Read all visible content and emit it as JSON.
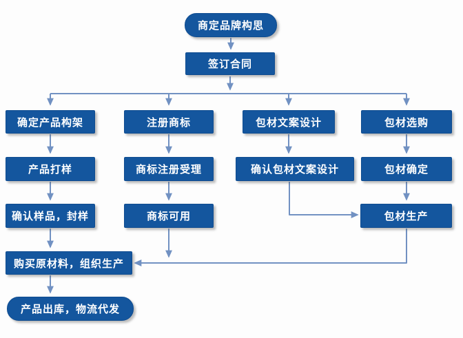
{
  "diagram": {
    "type": "flowchart",
    "nodes": {
      "brand_concept": {
        "label": "商定品牌构思",
        "shape": "rounded"
      },
      "sign_contract": {
        "label": "签订合同",
        "shape": "rect"
      },
      "define_product_framework": {
        "label": "确定产品构架",
        "shape": "rect"
      },
      "product_sampling": {
        "label": "产品打样",
        "shape": "rect"
      },
      "confirm_sample_seal": {
        "label": "确认样品，封样",
        "shape": "rect"
      },
      "purchase_materials_production": {
        "label": "购买原材料，组织生产",
        "shape": "rect"
      },
      "product_outbound_logistics": {
        "label": "产品出库，物流代发",
        "shape": "rounded"
      },
      "register_trademark": {
        "label": "注册商标",
        "shape": "rect"
      },
      "trademark_registration_acceptance": {
        "label": "商标注册受理",
        "shape": "rect"
      },
      "trademark_available": {
        "label": "商标可用",
        "shape": "rect"
      },
      "packaging_copy_design": {
        "label": "包材文案设计",
        "shape": "rect"
      },
      "confirm_packaging_copy_design": {
        "label": "确认包材文案设计",
        "shape": "rect"
      },
      "packaging_selection": {
        "label": "包材选购",
        "shape": "rect"
      },
      "packaging_confirmed": {
        "label": "包材确定",
        "shape": "rect"
      },
      "packaging_production": {
        "label": "包材生产",
        "shape": "rect"
      }
    },
    "edges": [
      {
        "from": "brand_concept",
        "to": "sign_contract"
      },
      {
        "from": "sign_contract",
        "to": "define_product_framework"
      },
      {
        "from": "sign_contract",
        "to": "register_trademark"
      },
      {
        "from": "sign_contract",
        "to": "packaging_copy_design"
      },
      {
        "from": "sign_contract",
        "to": "packaging_selection"
      },
      {
        "from": "define_product_framework",
        "to": "product_sampling"
      },
      {
        "from": "product_sampling",
        "to": "confirm_sample_seal"
      },
      {
        "from": "confirm_sample_seal",
        "to": "purchase_materials_production"
      },
      {
        "from": "purchase_materials_production",
        "to": "product_outbound_logistics"
      },
      {
        "from": "register_trademark",
        "to": "trademark_registration_acceptance"
      },
      {
        "from": "trademark_registration_acceptance",
        "to": "trademark_available"
      },
      {
        "from": "trademark_available",
        "to": "purchase_materials_production"
      },
      {
        "from": "packaging_copy_design",
        "to": "confirm_packaging_copy_design"
      },
      {
        "from": "confirm_packaging_copy_design",
        "to": "packaging_production"
      },
      {
        "from": "packaging_selection",
        "to": "packaging_confirmed"
      },
      {
        "from": "packaging_confirmed",
        "to": "packaging_production"
      },
      {
        "from": "packaging_production",
        "to": "purchase_materials_production"
      }
    ]
  },
  "colors": {
    "box_fill": "#14569e",
    "box_border": "#0f4c90",
    "arrow": "#7191c2",
    "text": "#ffffff",
    "background": "#fdfdfd"
  }
}
